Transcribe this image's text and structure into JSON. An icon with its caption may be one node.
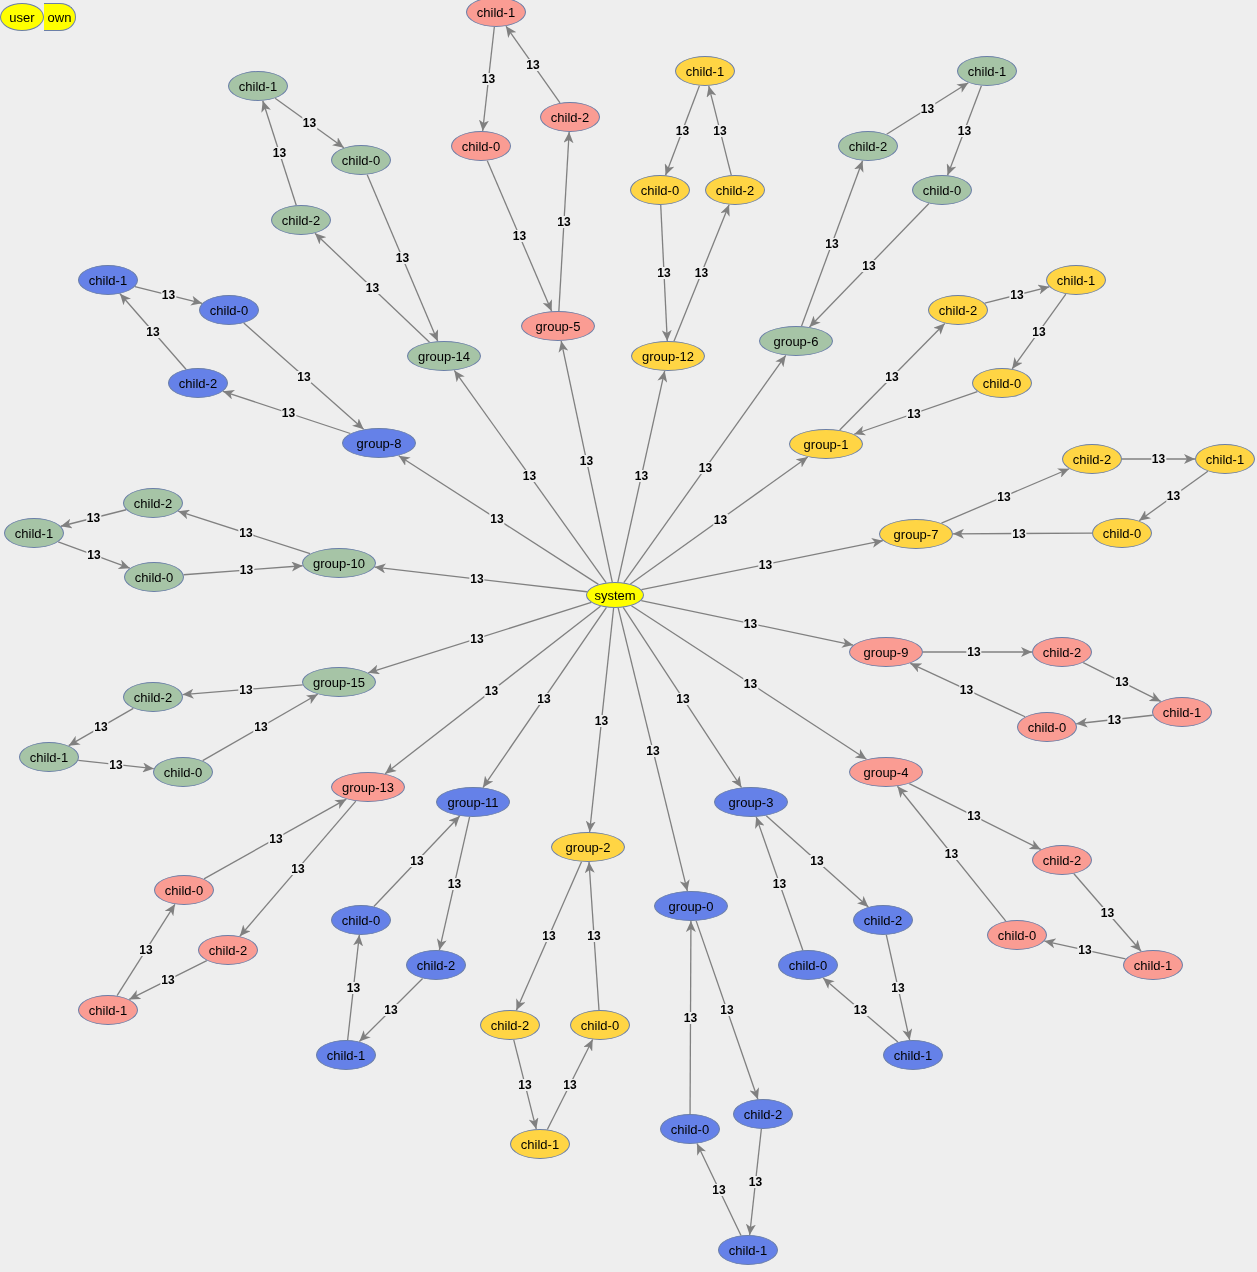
{
  "diagram": {
    "nodes": [
      {
        "text": [
          "user"
        ]
      },
      {
        "text": [
          "own"
        ]
      },
      {
        "text": [
          "system"
        ]
      },
      {
        "text": [
          "group-0"
        ]
      },
      {
        "text": [
          "child-0"
        ]
      },
      {
        "text": [
          "child-1"
        ]
      },
      {
        "text": [
          "child-2"
        ]
      },
      {
        "text": [
          "group-1"
        ]
      },
      {
        "text": [
          "child-0"
        ]
      },
      {
        "text": [
          "child-1"
        ]
      },
      {
        "text": [
          "child-2"
        ]
      },
      {
        "text": [
          "group-2"
        ]
      },
      {
        "text": [
          "child-0"
        ]
      },
      {
        "text": [
          "child-1"
        ]
      },
      {
        "text": [
          "child-2"
        ]
      },
      {
        "text": [
          "group-3"
        ]
      },
      {
        "text": [
          "child-0"
        ]
      },
      {
        "text": [
          "child-1"
        ]
      },
      {
        "text": [
          "child-2"
        ]
      },
      {
        "text": [
          "group-4"
        ]
      },
      {
        "text": [
          "child-0"
        ]
      },
      {
        "text": [
          "child-1"
        ]
      },
      {
        "text": [
          "child-2"
        ]
      },
      {
        "text": [
          "group-5"
        ]
      },
      {
        "text": [
          "child-0"
        ]
      },
      {
        "text": [
          "child-1"
        ]
      },
      {
        "text": [
          "child-2"
        ]
      },
      {
        "text": [
          "group-6"
        ]
      },
      {
        "text": [
          "child-0"
        ]
      },
      {
        "text": [
          "child-1"
        ]
      },
      {
        "text": [
          "child-2"
        ]
      },
      {
        "text": [
          "group-7"
        ]
      },
      {
        "text": [
          "child-0"
        ]
      },
      {
        "text": [
          "child-1"
        ]
      },
      {
        "text": [
          "child-2"
        ]
      },
      {
        "text": [
          "group-8"
        ]
      },
      {
        "text": [
          "child-0"
        ]
      },
      {
        "text": [
          "child-1"
        ]
      },
      {
        "text": [
          "child-2"
        ]
      },
      {
        "text": [
          "group-9"
        ]
      },
      {
        "text": [
          "child-0"
        ]
      },
      {
        "text": [
          "child-1"
        ]
      },
      {
        "text": [
          "child-2"
        ]
      },
      {
        "text": [
          "group-10"
        ]
      },
      {
        "text": [
          "child-0"
        ]
      },
      {
        "text": [
          "child-1"
        ]
      },
      {
        "text": [
          "child-2"
        ]
      },
      {
        "text": [
          "group-11"
        ]
      },
      {
        "text": [
          "child-0"
        ]
      },
      {
        "text": [
          "child-1"
        ]
      },
      {
        "text": [
          "child-2"
        ]
      },
      {
        "text": [
          "group-12"
        ]
      },
      {
        "text": [
          "child-0"
        ]
      },
      {
        "text": [
          "child-1"
        ]
      },
      {
        "text": [
          "child-2"
        ]
      },
      {
        "text": [
          "group-13"
        ]
      },
      {
        "text": [
          "child-0"
        ]
      },
      {
        "text": [
          "child-1"
        ]
      },
      {
        "text": [
          "child-2"
        ]
      },
      {
        "text": [
          "group-14"
        ]
      },
      {
        "text": [
          "child-0"
        ]
      },
      {
        "text": [
          "child-1"
        ]
      },
      {
        "text": [
          "child-2"
        ]
      },
      {
        "text": [
          "group-15"
        ]
      },
      {
        "text": [
          "child-0"
        ]
      },
      {
        "text": [
          "child-1"
        ]
      },
      {
        "text": [
          "child-2"
        ]
      }
    ],
    "edges": [
      {
        "from": 2,
        "to": 3,
        "arrow": "to",
        "label": "13"
      },
      {
        "from": 3,
        "to": 6,
        "arrow": "to",
        "label": "13"
      },
      {
        "from": 6,
        "to": 5,
        "arrow": "to",
        "label": "13"
      },
      {
        "from": 5,
        "to": 4,
        "arrow": "to",
        "label": "13"
      },
      {
        "from": 4,
        "to": 3,
        "arrow": "to",
        "label": "13"
      },
      {
        "from": 2,
        "to": 7,
        "arrow": "to",
        "label": "13"
      },
      {
        "from": 7,
        "to": 10,
        "arrow": "to",
        "label": "13"
      },
      {
        "from": 10,
        "to": 9,
        "arrow": "to",
        "label": "13"
      },
      {
        "from": 9,
        "to": 8,
        "arrow": "to",
        "label": "13"
      },
      {
        "from": 8,
        "to": 7,
        "arrow": "to",
        "label": "13"
      },
      {
        "from": 2,
        "to": 11,
        "arrow": "to",
        "label": "13"
      },
      {
        "from": 11,
        "to": 14,
        "arrow": "to",
        "label": "13"
      },
      {
        "from": 14,
        "to": 13,
        "arrow": "to",
        "label": "13"
      },
      {
        "from": 13,
        "to": 12,
        "arrow": "to",
        "label": "13"
      },
      {
        "from": 12,
        "to": 11,
        "arrow": "to",
        "label": "13"
      },
      {
        "from": 2,
        "to": 15,
        "arrow": "to",
        "label": "13"
      },
      {
        "from": 15,
        "to": 18,
        "arrow": "to",
        "label": "13"
      },
      {
        "from": 18,
        "to": 17,
        "arrow": "to",
        "label": "13"
      },
      {
        "from": 17,
        "to": 16,
        "arrow": "to",
        "label": "13"
      },
      {
        "from": 16,
        "to": 15,
        "arrow": "to",
        "label": "13"
      },
      {
        "from": 2,
        "to": 19,
        "arrow": "to",
        "label": "13"
      },
      {
        "from": 19,
        "to": 22,
        "arrow": "to",
        "label": "13"
      },
      {
        "from": 22,
        "to": 21,
        "arrow": "to",
        "label": "13"
      },
      {
        "from": 21,
        "to": 20,
        "arrow": "to",
        "label": "13"
      },
      {
        "from": 20,
        "to": 19,
        "arrow": "to",
        "label": "13"
      },
      {
        "from": 2,
        "to": 23,
        "arrow": "to",
        "label": "13"
      },
      {
        "from": 23,
        "to": 26,
        "arrow": "to",
        "label": "13"
      },
      {
        "from": 26,
        "to": 25,
        "arrow": "to",
        "label": "13"
      },
      {
        "from": 25,
        "to": 24,
        "arrow": "to",
        "label": "13"
      },
      {
        "from": 24,
        "to": 23,
        "arrow": "to",
        "label": "13"
      },
      {
        "from": 2,
        "to": 27,
        "arrow": "to",
        "label": "13"
      },
      {
        "from": 27,
        "to": 30,
        "arrow": "to",
        "label": "13"
      },
      {
        "from": 30,
        "to": 29,
        "arrow": "to",
        "label": "13"
      },
      {
        "from": 29,
        "to": 28,
        "arrow": "to",
        "label": "13"
      },
      {
        "from": 28,
        "to": 27,
        "arrow": "to",
        "label": "13"
      },
      {
        "from": 2,
        "to": 31,
        "arrow": "to",
        "label": "13"
      },
      {
        "from": 31,
        "to": 34,
        "arrow": "to",
        "label": "13"
      },
      {
        "from": 34,
        "to": 33,
        "arrow": "to",
        "label": "13"
      },
      {
        "from": 33,
        "to": 32,
        "arrow": "to",
        "label": "13"
      },
      {
        "from": 32,
        "to": 31,
        "arrow": "to",
        "label": "13"
      },
      {
        "from": 2,
        "to": 35,
        "arrow": "to",
        "label": "13"
      },
      {
        "from": 35,
        "to": 38,
        "arrow": "to",
        "label": "13"
      },
      {
        "from": 38,
        "to": 37,
        "arrow": "to",
        "label": "13"
      },
      {
        "from": 37,
        "to": 36,
        "arrow": "to",
        "label": "13"
      },
      {
        "from": 36,
        "to": 35,
        "arrow": "to",
        "label": "13"
      },
      {
        "from": 2,
        "to": 39,
        "arrow": "to",
        "label": "13"
      },
      {
        "from": 39,
        "to": 42,
        "arrow": "to",
        "label": "13"
      },
      {
        "from": 42,
        "to": 41,
        "arrow": "to",
        "label": "13"
      },
      {
        "from": 41,
        "to": 40,
        "arrow": "to",
        "label": "13"
      },
      {
        "from": 40,
        "to": 39,
        "arrow": "to",
        "label": "13"
      },
      {
        "from": 2,
        "to": 43,
        "arrow": "to",
        "label": "13"
      },
      {
        "from": 43,
        "to": 46,
        "arrow": "to",
        "label": "13"
      },
      {
        "from": 46,
        "to": 45,
        "arrow": "to",
        "label": "13"
      },
      {
        "from": 45,
        "to": 44,
        "arrow": "to",
        "label": "13"
      },
      {
        "from": 44,
        "to": 43,
        "arrow": "to",
        "label": "13"
      },
      {
        "from": 2,
        "to": 47,
        "arrow": "to",
        "label": "13"
      },
      {
        "from": 47,
        "to": 50,
        "arrow": "to",
        "label": "13"
      },
      {
        "from": 50,
        "to": 49,
        "arrow": "to",
        "label": "13"
      },
      {
        "from": 49,
        "to": 48,
        "arrow": "to",
        "label": "13"
      },
      {
        "from": 48,
        "to": 47,
        "arrow": "to",
        "label": "13"
      },
      {
        "from": 2,
        "to": 51,
        "arrow": "to",
        "label": "13"
      },
      {
        "from": 51,
        "to": 54,
        "arrow": "to",
        "label": "13"
      },
      {
        "from": 54,
        "to": 53,
        "arrow": "to",
        "label": "13"
      },
      {
        "from": 53,
        "to": 52,
        "arrow": "to",
        "label": "13"
      },
      {
        "from": 52,
        "to": 51,
        "arrow": "to",
        "label": "13"
      },
      {
        "from": 2,
        "to": 55,
        "arrow": "to",
        "label": "13"
      },
      {
        "from": 55,
        "to": 58,
        "arrow": "to",
        "label": "13"
      },
      {
        "from": 58,
        "to": 57,
        "arrow": "to",
        "label": "13"
      },
      {
        "from": 57,
        "to": 56,
        "arrow": "to",
        "label": "13"
      },
      {
        "from": 56,
        "to": 55,
        "arrow": "to",
        "label": "13"
      },
      {
        "from": 2,
        "to": 59,
        "arrow": "to",
        "label": "13"
      },
      {
        "from": 59,
        "to": 62,
        "arrow": "to",
        "label": "13"
      },
      {
        "from": 62,
        "to": 61,
        "arrow": "to",
        "label": "13"
      },
      {
        "from": 61,
        "to": 60,
        "arrow": "to",
        "label": "13"
      },
      {
        "from": 60,
        "to": 59,
        "arrow": "to",
        "label": "13"
      },
      {
        "from": 2,
        "to": 63,
        "arrow": "to",
        "label": "13"
      },
      {
        "from": 63,
        "to": 66,
        "arrow": "to",
        "label": "13"
      },
      {
        "from": 66,
        "to": 65,
        "arrow": "to",
        "label": "13"
      },
      {
        "from": 65,
        "to": 64,
        "arrow": "to",
        "label": "13"
      },
      {
        "from": 64,
        "to": 63,
        "arrow": "to",
        "label": "13"
      }
    ]
  }
}
